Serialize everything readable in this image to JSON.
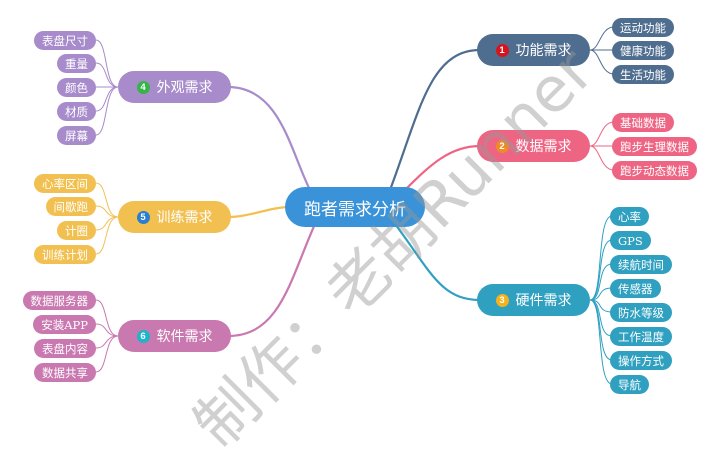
{
  "center": {
    "label": "跑者需求分析",
    "color": "#3A93D8"
  },
  "branches": [
    {
      "id": 1,
      "label": "功能需求",
      "badge": "1",
      "badge_color": "#D7141E",
      "color": "#4F6D8F",
      "children": [
        "运动功能",
        "健康功能",
        "生活功能"
      ]
    },
    {
      "id": 2,
      "label": "数据需求",
      "badge": "2",
      "badge_color": "#F08A24",
      "color": "#EE6584",
      "children": [
        "基础数据",
        "跑步生理数据",
        "跑步动态数据"
      ]
    },
    {
      "id": 3,
      "label": "硬件需求",
      "badge": "3",
      "badge_color": "#F5B21C",
      "color": "#2FA0C0",
      "children": [
        "心率",
        "GPS",
        "续航时间",
        "传感器",
        "防水等级",
        "工作温度",
        "操作方式",
        "导航"
      ]
    },
    {
      "id": 4,
      "label": "外观需求",
      "badge": "4",
      "badge_color": "#36B44A",
      "color": "#A78BCB",
      "children": [
        "表盘尺寸",
        "重量",
        "颜色",
        "材质",
        "屏幕"
      ]
    },
    {
      "id": 5,
      "label": "训练需求",
      "badge": "5",
      "badge_color": "#2A7FD0",
      "color": "#F2C050",
      "children": [
        "心率区间",
        "间歇跑",
        "计圈",
        "训练计划"
      ]
    },
    {
      "id": 6,
      "label": "软件需求",
      "badge": "6",
      "badge_color": "#1EB5C8",
      "color": "#C978B0",
      "children": [
        "数据服务器",
        "安装APP",
        "表盘内容",
        "数据共享"
      ]
    }
  ],
  "watermark": "制作：老胡Runner"
}
